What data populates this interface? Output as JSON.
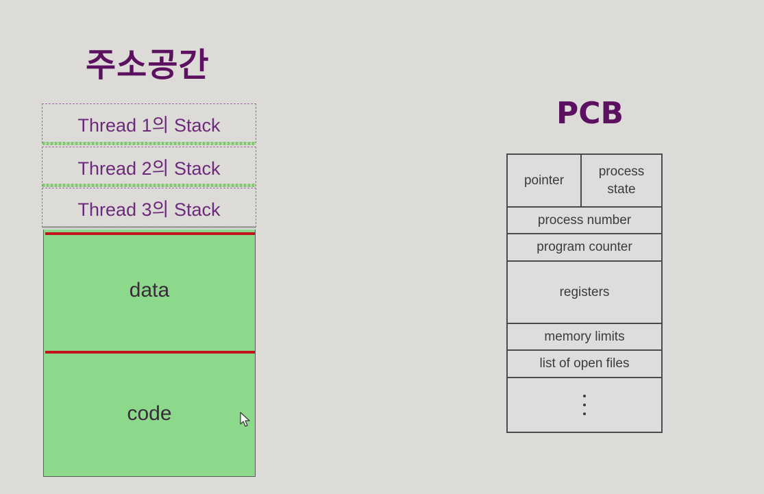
{
  "address_space": {
    "title": "주소공간",
    "stacks": [
      "Thread 1의 Stack",
      "Thread 2의 Stack",
      "Thread 3의 Stack"
    ],
    "data_label": "data",
    "code_label": "code"
  },
  "pcb": {
    "title": "PCB",
    "pointer": "pointer",
    "process_state": "process state",
    "process_number": "process number",
    "program_counter": "program counter",
    "registers": "registers",
    "memory_limits": "memory limits",
    "open_files": "list of open files",
    "more": "⋮"
  },
  "colors": {
    "title": "#5c1160",
    "segment_fill": "#8cd98b",
    "boundary_line": "#c0141a",
    "stack_text": "#6c2a7a"
  },
  "icons": {
    "cursor": "mouse-pointer-icon"
  }
}
